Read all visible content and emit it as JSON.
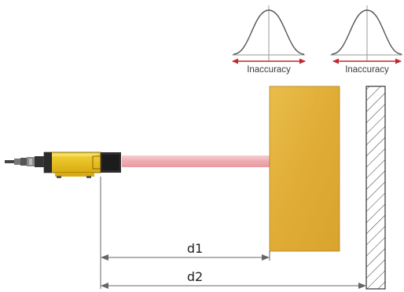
{
  "labels": {
    "inaccuracy_1": "Inaccuracy",
    "inaccuracy_2": "Inaccuracy",
    "d1": "d1",
    "d2": "d2"
  },
  "colors": {
    "sensor_body": "#e8c21a",
    "sensor_dark": "#2b2b2b",
    "laser_beam": "#f2b4b8",
    "target_block": "#e2b23a",
    "inaccuracy_arrow": "#c0282b",
    "wall_hatch": "#333333"
  },
  "icons": {
    "sensor": "laser-distance-sensor-icon",
    "target": "target-block",
    "wall": "hatched-wall"
  }
}
